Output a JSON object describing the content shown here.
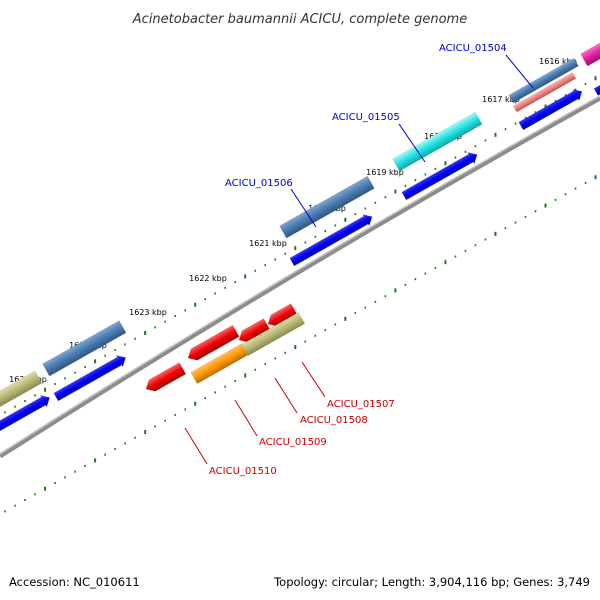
{
  "title": "Acinetobacter baumannii ACICU, complete genome",
  "footer": {
    "accession": "Accession: NC_010611",
    "topology": "Topology: circular; Length: 3,904,116 bp; Genes: 3,749"
  },
  "ticks": [
    "1616 kbp",
    "1617 kbp",
    "1618 kbp",
    "1619 kbp",
    "1620 kbp",
    "1621 kbp",
    "1622 kbp",
    "1623 kbp",
    "1624 kbp",
    "1625 kbp"
  ],
  "gene_labels": [
    {
      "id": "ACICU_01504",
      "color": "#0000cc"
    },
    {
      "id": "ACICU_01505",
      "color": "#0000cc"
    },
    {
      "id": "ACICU_01506",
      "color": "#0000cc"
    },
    {
      "id": "ACICU_01507",
      "color": "#cc0000"
    },
    {
      "id": "ACICU_01508",
      "color": "#cc0000"
    },
    {
      "id": "ACICU_01509",
      "color": "#cc0000"
    },
    {
      "id": "ACICU_01510",
      "color": "#cc0000"
    }
  ],
  "colors": {
    "backbone": "#8c8c8c",
    "tick": "#1a7a1a",
    "cds": "#0000e0",
    "steelblue": "#4a7ab0",
    "cyan": "#22e0e0",
    "pink": "#f08080",
    "magenta": "#e020a0",
    "red": "#ee0000",
    "orange": "#ff9900",
    "khaki": "#b8b878"
  }
}
